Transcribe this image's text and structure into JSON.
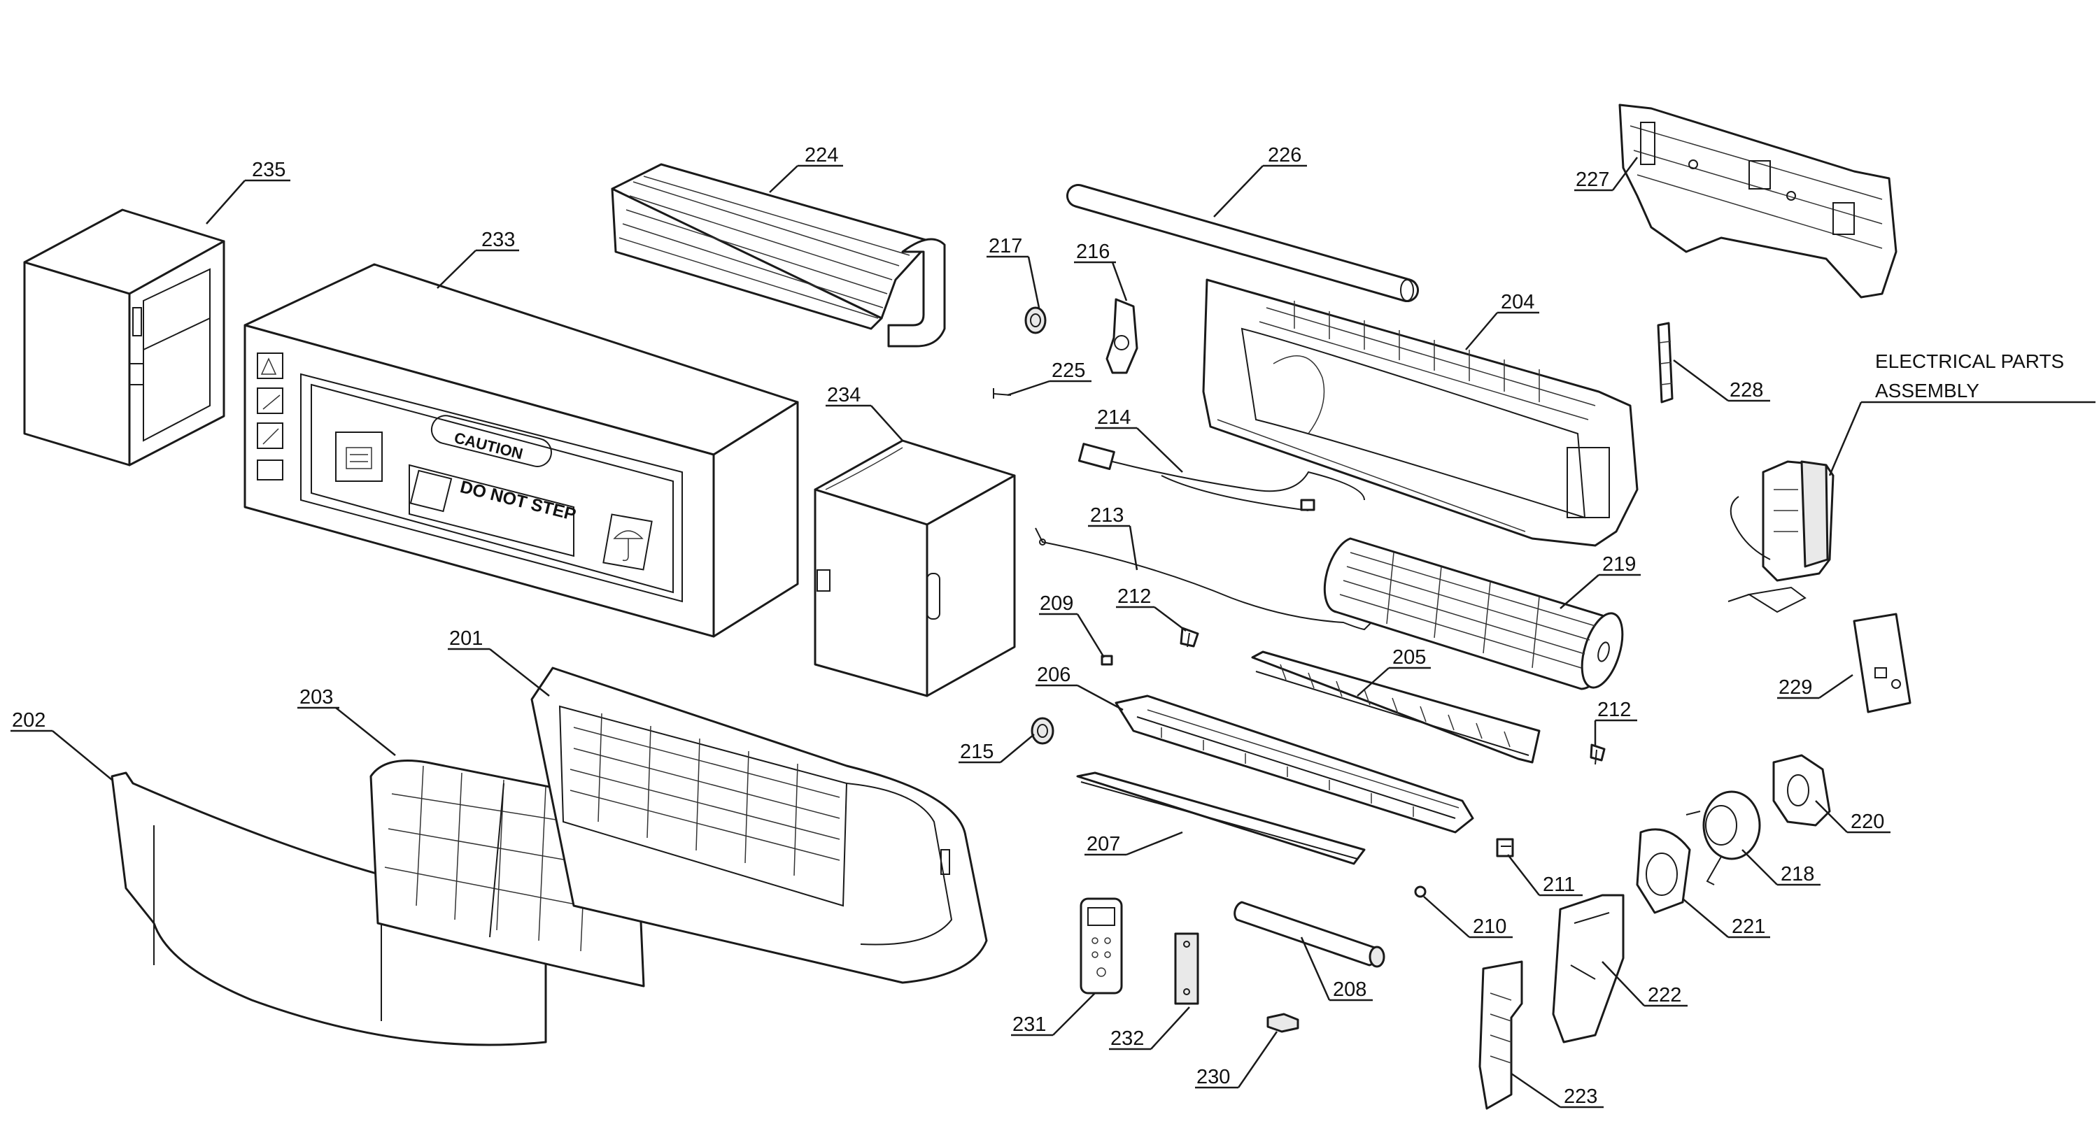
{
  "labels": {
    "p201": "201",
    "p202": "202",
    "p203": "203",
    "p204": "204",
    "p205": "205",
    "p206": "206",
    "p207": "207",
    "p208": "208",
    "p209": "209",
    "p210": "210",
    "p211": "211",
    "p212a": "212",
    "p212b": "212",
    "p213": "213",
    "p214": "214",
    "p215": "215",
    "p216": "216",
    "p217": "217",
    "p218": "218",
    "p219": "219",
    "p220": "220",
    "p221": "221",
    "p222": "222",
    "p223": "223",
    "p224": "224",
    "p225": "225",
    "p226": "226",
    "p227": "227",
    "p228": "228",
    "p229": "229",
    "p230": "230",
    "p231": "231",
    "p232": "232",
    "p233": "233",
    "p234": "234",
    "p235": "235"
  },
  "electrical": {
    "line1": "ELECTRICAL PARTS",
    "line2": "ASSEMBLY"
  },
  "carton_sticker": {
    "caution": "CAUTION",
    "do_not_step": "DO NOT STEP"
  },
  "colors": {
    "line": "#1a1a1a",
    "background": "#ffffff"
  }
}
